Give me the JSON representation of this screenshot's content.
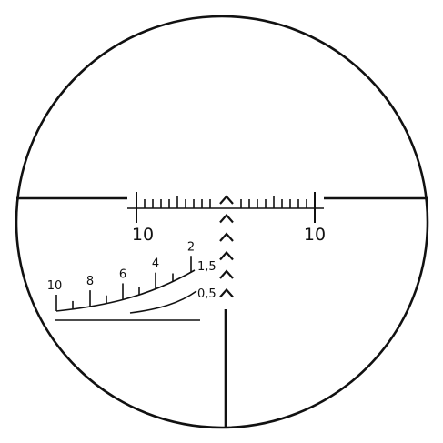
{
  "colors": {
    "ink": "#111111",
    "background": "#ffffff"
  },
  "reticle": {
    "horizontal_scale": {
      "left_label": "10",
      "right_label": "10",
      "minor_ticks_per_side": 9
    },
    "center_chevrons": {
      "count": 6,
      "icon": "chevron-up-icon"
    },
    "rangefinder": {
      "marks": [
        {
          "label": "10",
          "labeled": true
        },
        {
          "label": "",
          "labeled": false
        },
        {
          "label": "8",
          "labeled": true
        },
        {
          "label": "",
          "labeled": false
        },
        {
          "label": "6",
          "labeled": true
        },
        {
          "label": "",
          "labeled": false
        },
        {
          "label": "4",
          "labeled": true
        },
        {
          "label": "",
          "labeled": false
        },
        {
          "label": "2",
          "labeled": true
        }
      ],
      "upper_curve_label": "1,5",
      "lower_curve_label": "0,5"
    }
  }
}
